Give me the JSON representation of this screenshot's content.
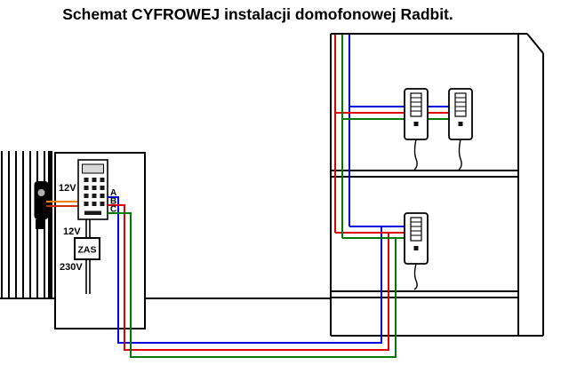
{
  "title": "Schemat CYFROWEJ instalacji domofonowej Radbit.",
  "door_station": {
    "strike_voltage_label": "12V",
    "wire_label_a": "A",
    "wire_label_b": "B",
    "wire_label_c": "C",
    "psu_output_label": "12V",
    "psu_box_label": "ZAS",
    "psu_input_label": "230V"
  },
  "colors": {
    "wire_a_blue": "#0000e0",
    "wire_b_red": "#e00000",
    "wire_c_green": "#007a00",
    "strike_wire_1": "#ff8000",
    "strike_wire_2": "#cc3300"
  }
}
